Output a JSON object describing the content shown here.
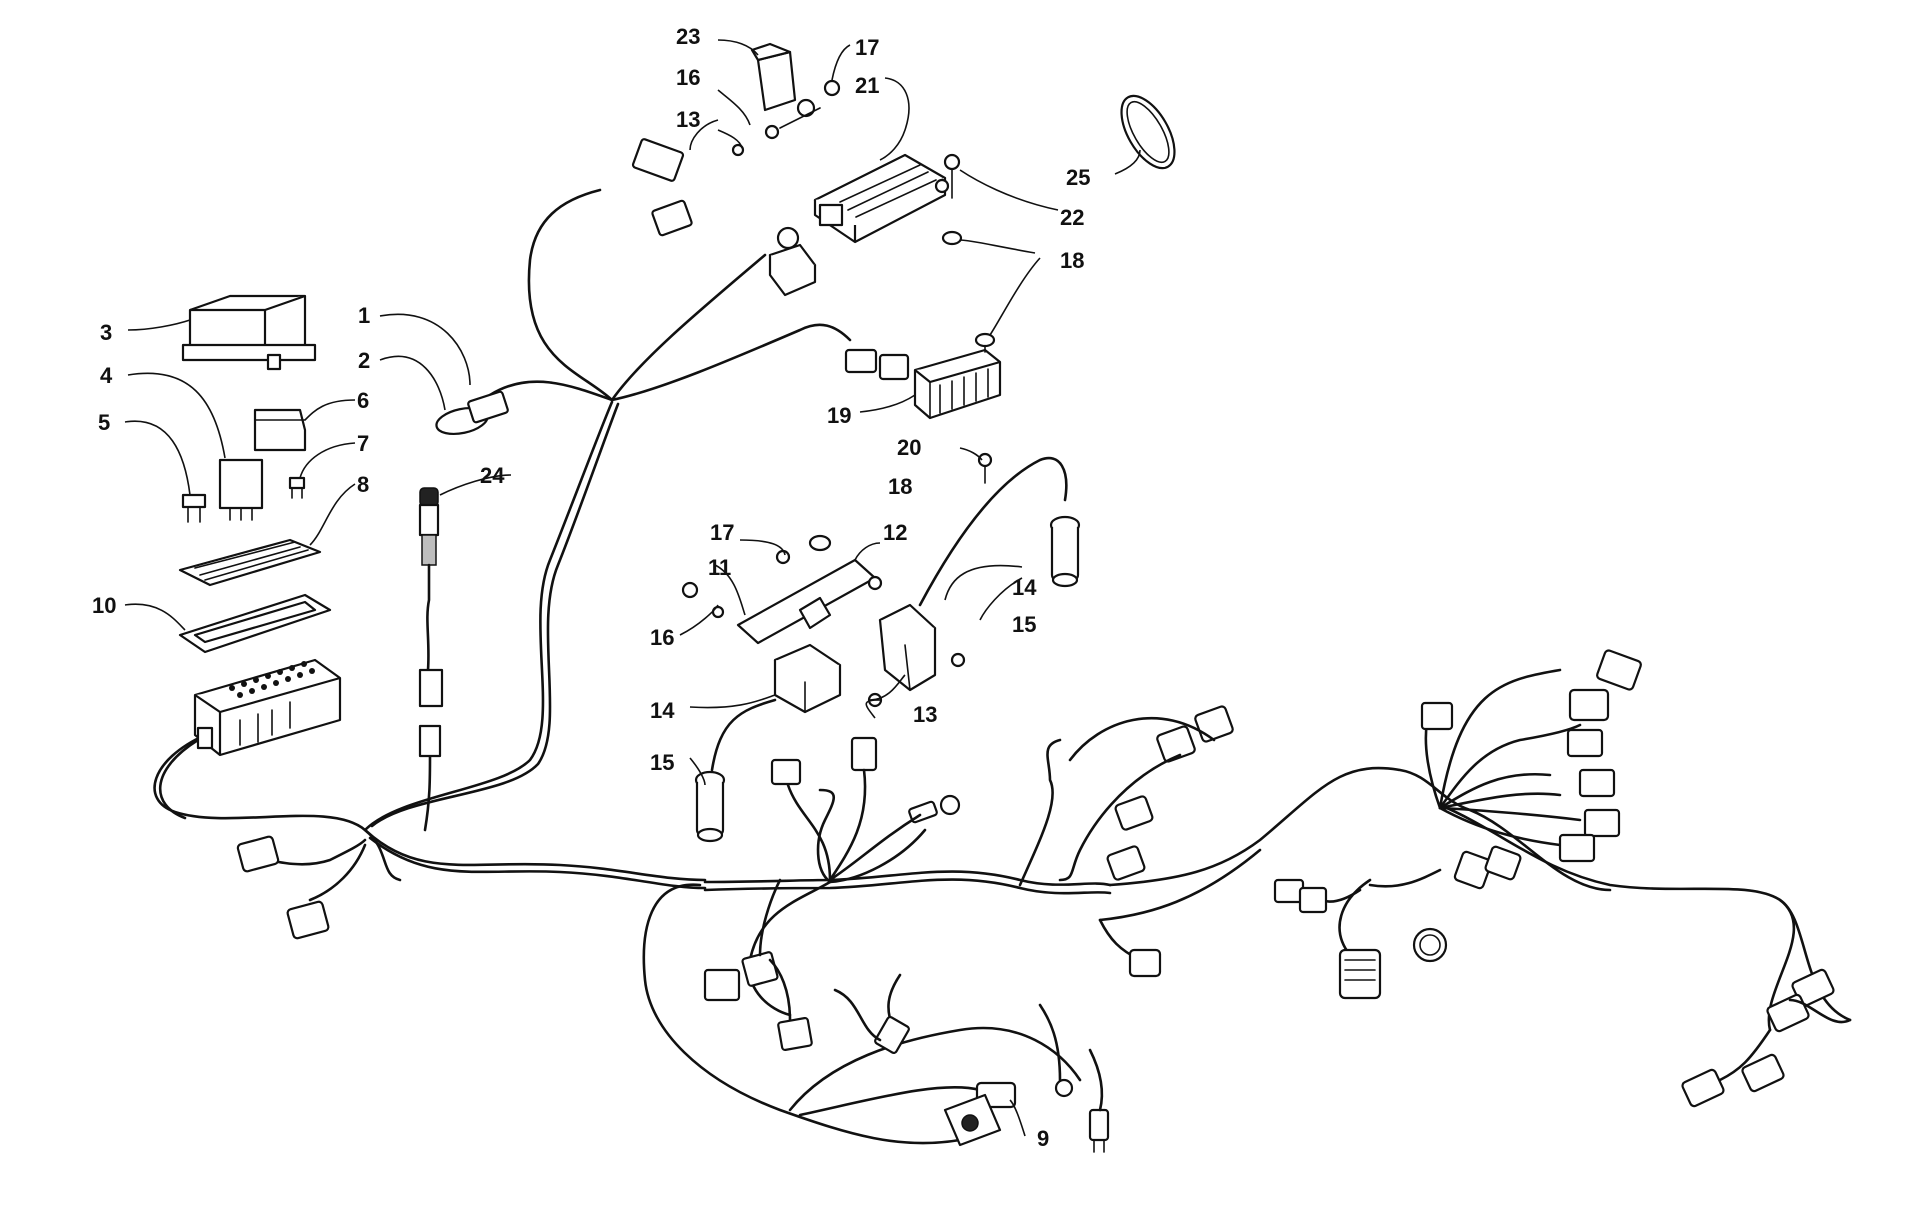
{
  "callouts": [
    {
      "id": "c1",
      "text": "1"
    },
    {
      "id": "c2",
      "text": "2"
    },
    {
      "id": "c3",
      "text": "3"
    },
    {
      "id": "c4",
      "text": "4"
    },
    {
      "id": "c5",
      "text": "5"
    },
    {
      "id": "c6",
      "text": "6"
    },
    {
      "id": "c7",
      "text": "7"
    },
    {
      "id": "c8",
      "text": "8"
    },
    {
      "id": "c9",
      "text": "9"
    },
    {
      "id": "c10",
      "text": "10"
    },
    {
      "id": "c11",
      "text": "11"
    },
    {
      "id": "c12",
      "text": "12"
    },
    {
      "id": "c13a",
      "text": "13"
    },
    {
      "id": "c13b",
      "text": "13"
    },
    {
      "id": "c14a",
      "text": "14"
    },
    {
      "id": "c14b",
      "text": "14"
    },
    {
      "id": "c15a",
      "text": "15"
    },
    {
      "id": "c15b",
      "text": "15"
    },
    {
      "id": "c16a",
      "text": "16"
    },
    {
      "id": "c16b",
      "text": "16"
    },
    {
      "id": "c17a",
      "text": "17"
    },
    {
      "id": "c17b",
      "text": "17"
    },
    {
      "id": "c18a",
      "text": "18"
    },
    {
      "id": "c18b",
      "text": "18"
    },
    {
      "id": "c19",
      "text": "19"
    },
    {
      "id": "c20",
      "text": "20"
    },
    {
      "id": "c21",
      "text": "21"
    },
    {
      "id": "c22",
      "text": "22"
    },
    {
      "id": "c23",
      "text": "23"
    },
    {
      "id": "c24",
      "text": "24"
    },
    {
      "id": "c25",
      "text": "25"
    }
  ]
}
